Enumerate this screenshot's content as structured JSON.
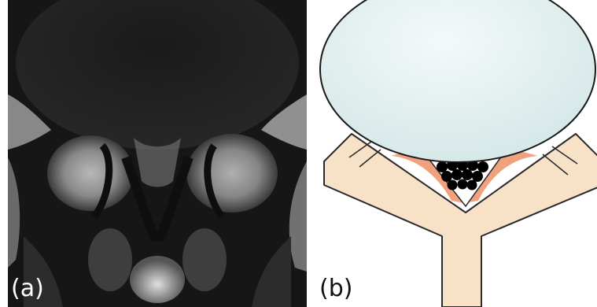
{
  "panels": [
    {
      "id": "a",
      "label": "(a)",
      "kind": "mri-axial-image"
    },
    {
      "id": "b",
      "label": "(b)",
      "kind": "schematic-illustration"
    }
  ],
  "colors": {
    "mri_background": "#151515",
    "disc_fill": "#eaf4f4",
    "disc_outline": "#1a1a1a",
    "facet_fill": "#f7e1c7",
    "ligament_fill": "#f0a27e",
    "canal_fill": "#ffffff",
    "nerve_roots": "#000000"
  }
}
